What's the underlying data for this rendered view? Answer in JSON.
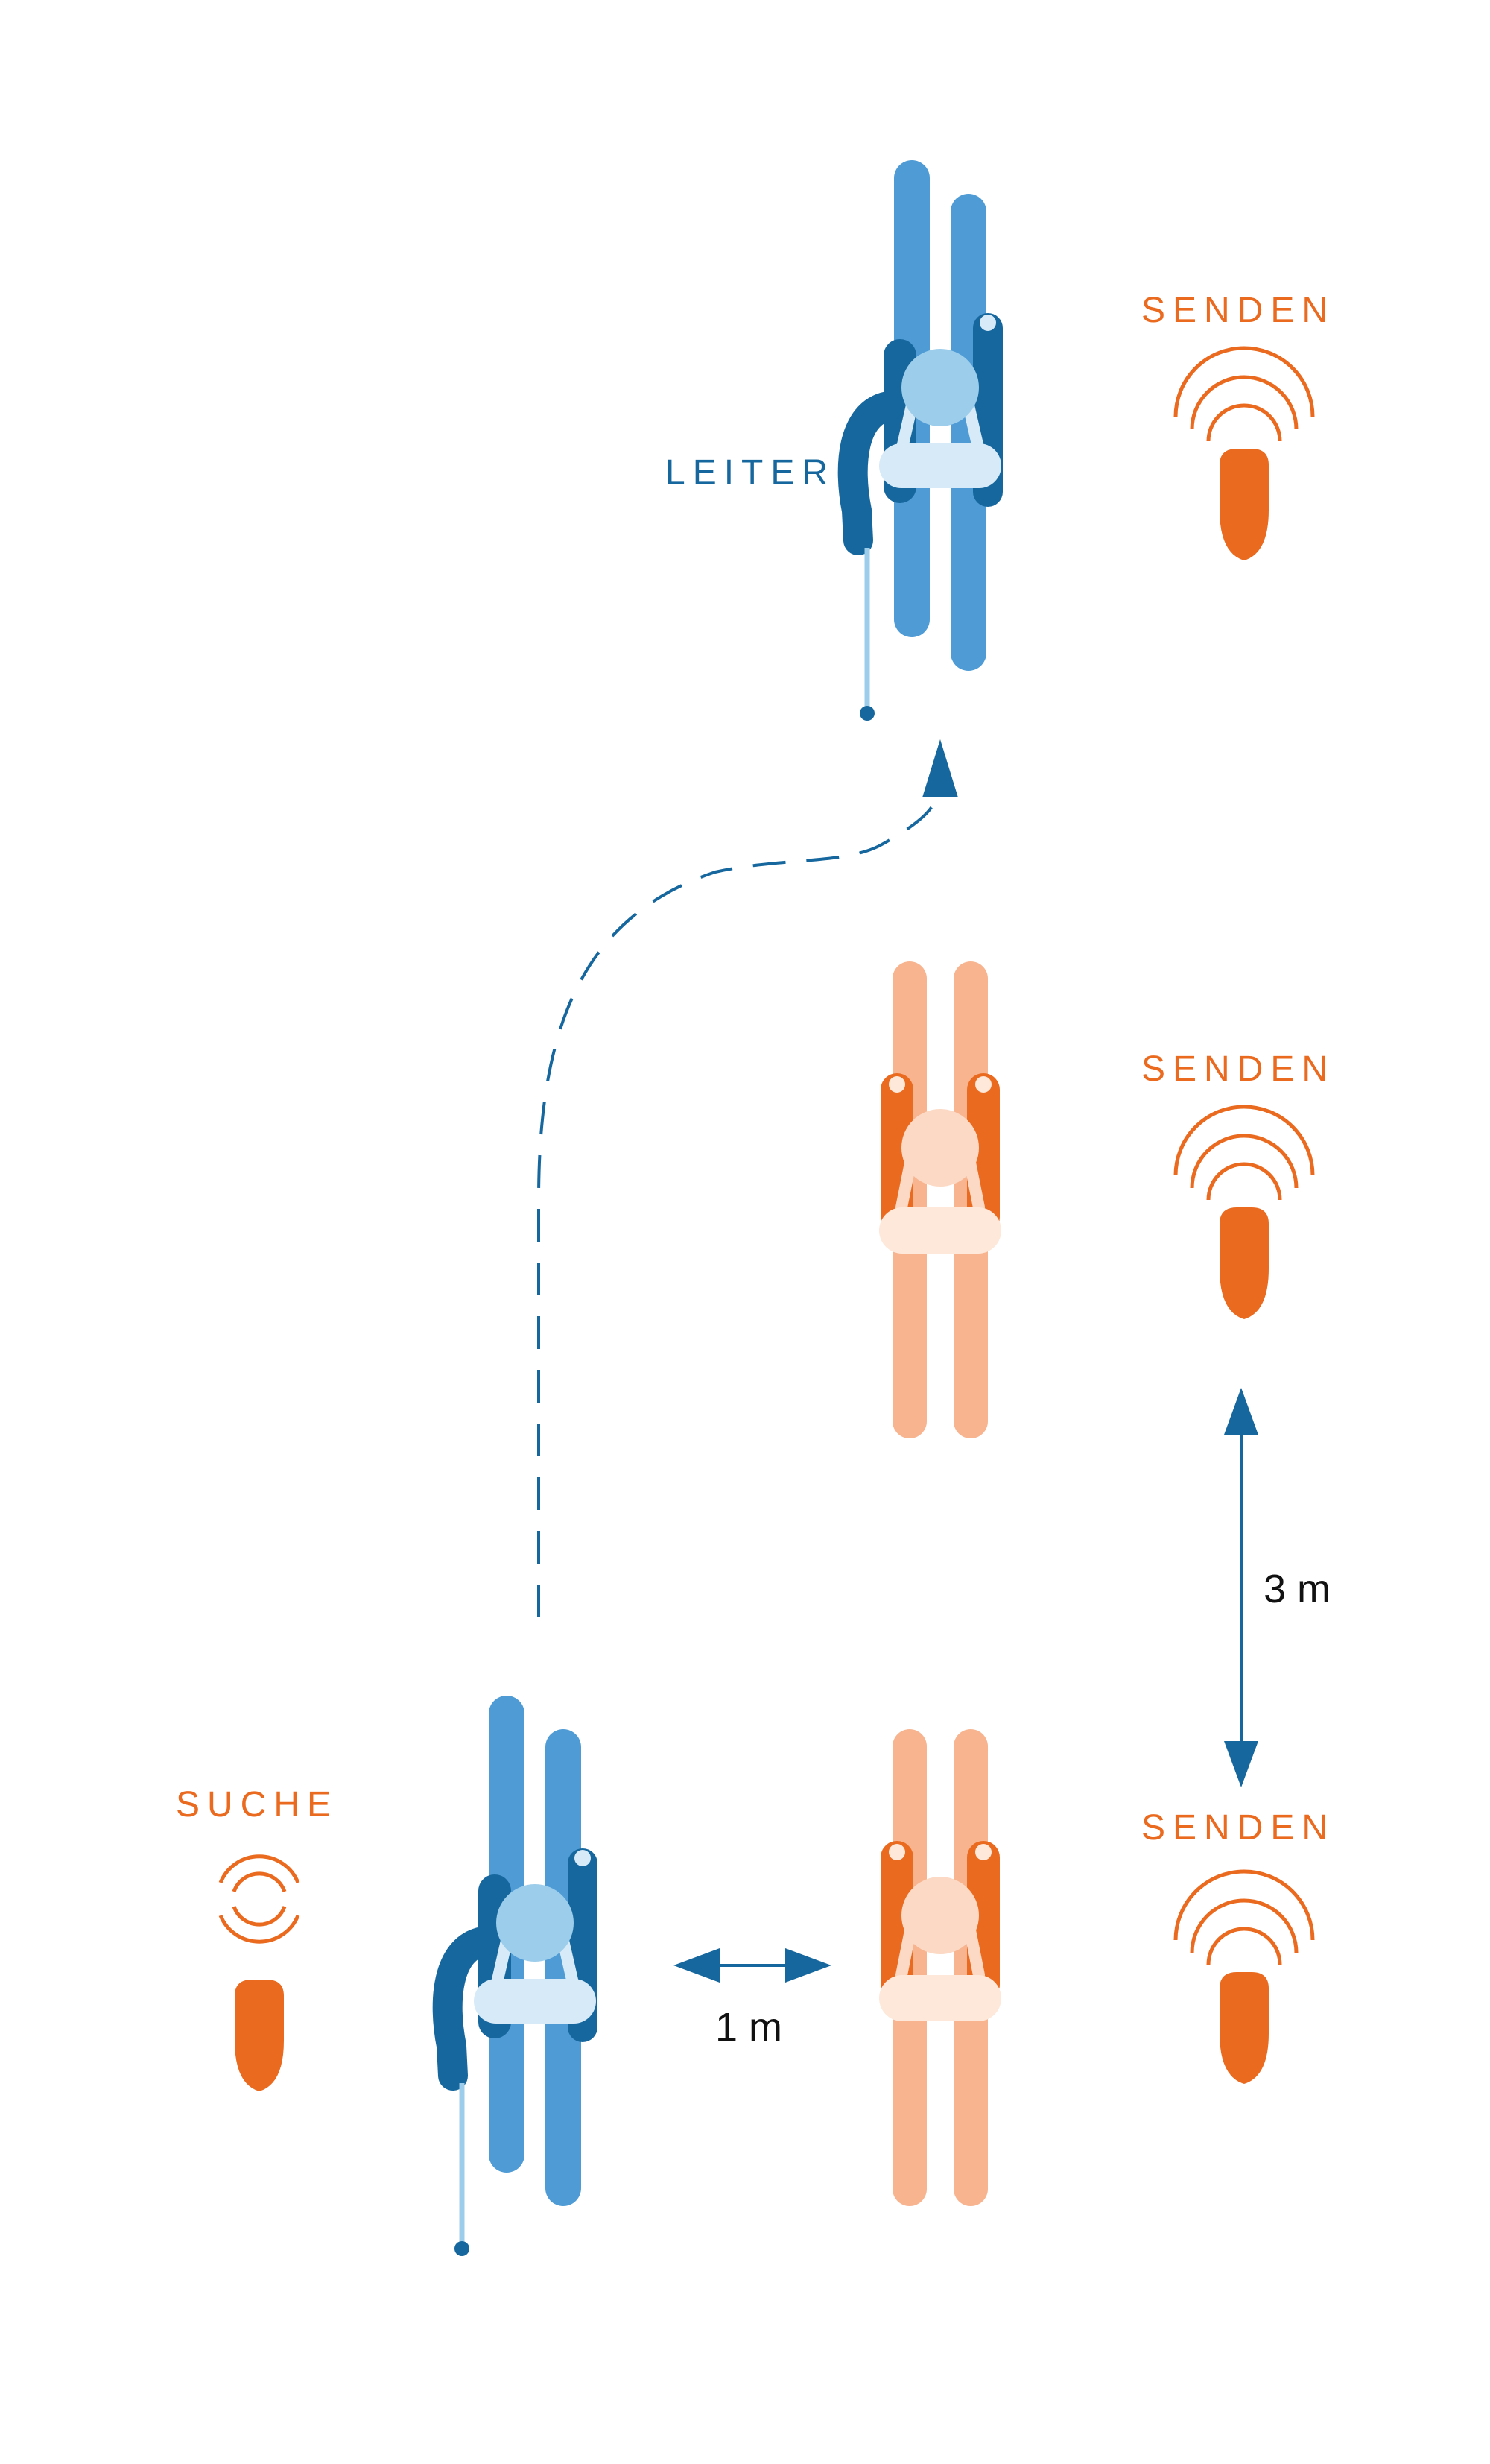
{
  "colors": {
    "orange": "#EA6A1F",
    "orange_light": "#F7B48F",
    "orange_pale": "#FBD9C4",
    "orange_paler": "#FDE8DA",
    "blue_dark": "#16679E",
    "blue_mid": "#4E9BD6",
    "blue_light": "#9CCDEB",
    "blue_pale": "#D7EAF7"
  },
  "labels": {
    "leader": "LEITER",
    "send_top": "SENDEN",
    "send_middle": "SENDEN",
    "send_bottom": "SENDEN",
    "search": "SUCHE"
  },
  "distances": {
    "horizontal": "1 m",
    "vertical": "3 m"
  },
  "icons": {
    "skier": "skier-topdown-icon",
    "transmit": "avalanche-transceiver-send-icon",
    "receive": "avalanche-transceiver-search-icon",
    "arrow": "double-headed-arrow-icon",
    "path": "dashed-path-arrow-icon"
  }
}
